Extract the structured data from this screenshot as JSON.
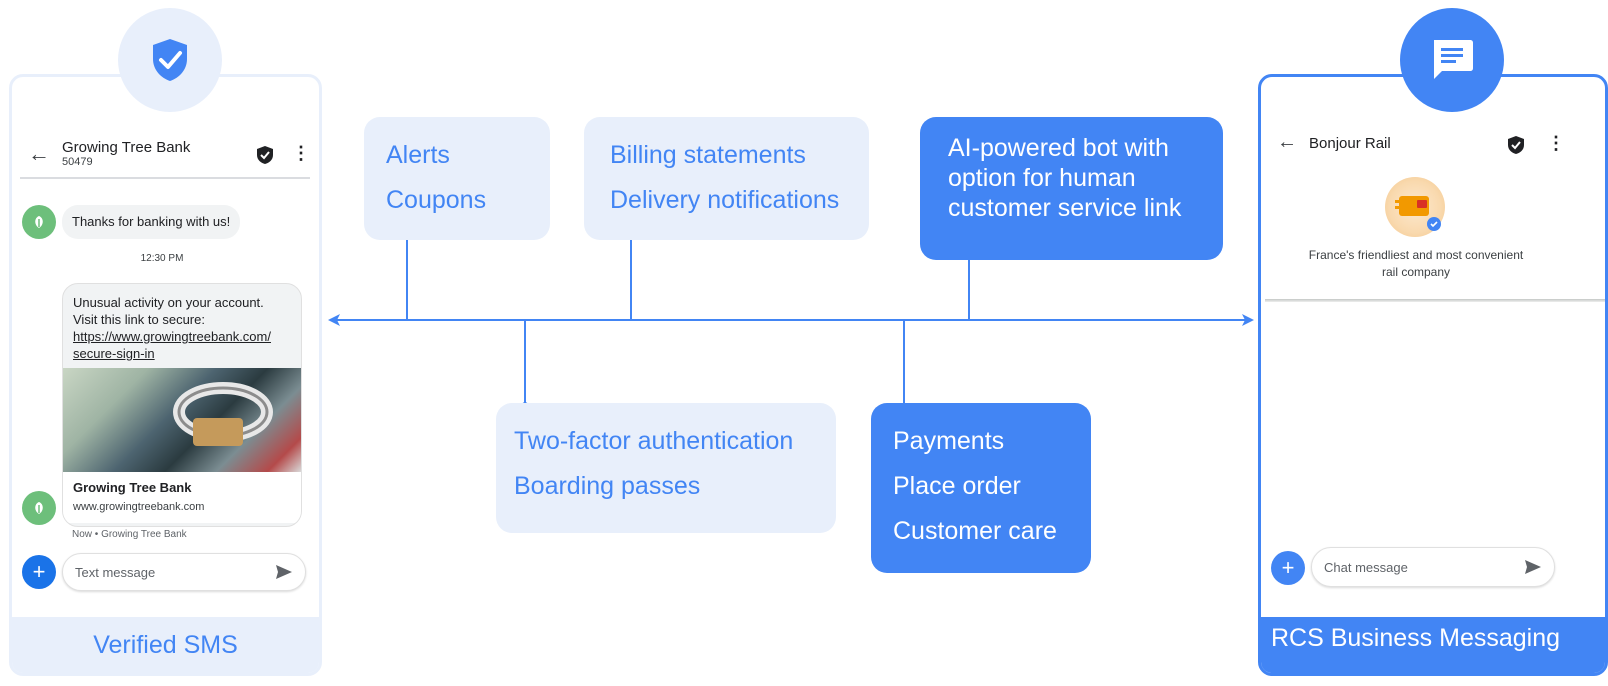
{
  "left_phone": {
    "caption": "Verified SMS",
    "badge_icon": "verified-shield-icon",
    "appbar": {
      "title": "Growing Tree Bank",
      "subtitle": "50479"
    },
    "messages": {
      "greeting": "Thanks for banking with us!",
      "timestamp": "12:30 PM",
      "alert_line1": "Unusual activity on your account.",
      "alert_line2": "Visit this link to secure:",
      "alert_link_line1": "https://www.growingtreebank.com/",
      "alert_link_line2": "secure-sign-in",
      "card_title": "Growing Tree Bank",
      "card_url": "www.growingtreebank.com",
      "meta": "Now • Growing Tree Bank"
    },
    "compose": {
      "placeholder": "Text message"
    }
  },
  "right_phone": {
    "caption": "RCS Business Messaging",
    "badge_icon": "chat-bubble-icon",
    "appbar": {
      "title": "Bonjour Rail"
    },
    "description_line1": "France's friendliest and most convenient",
    "description_line2": "rail company",
    "compose": {
      "placeholder": "Chat message"
    }
  },
  "diagram": {
    "top_boxes": [
      {
        "items": [
          "Alerts",
          "Coupons"
        ]
      },
      {
        "items": [
          "Billing statements",
          "Delivery notifications"
        ]
      },
      {
        "items": [
          "AI-powered bot with",
          "option for human",
          "customer service link"
        ]
      }
    ],
    "bottom_boxes": [
      {
        "items": [
          "Two-factor authentication",
          "Boarding passes"
        ]
      },
      {
        "items": [
          "Payments",
          "Place order",
          "Customer care"
        ]
      }
    ]
  },
  "colors": {
    "accent": "#4285f4",
    "light_fill": "#e8effb"
  }
}
